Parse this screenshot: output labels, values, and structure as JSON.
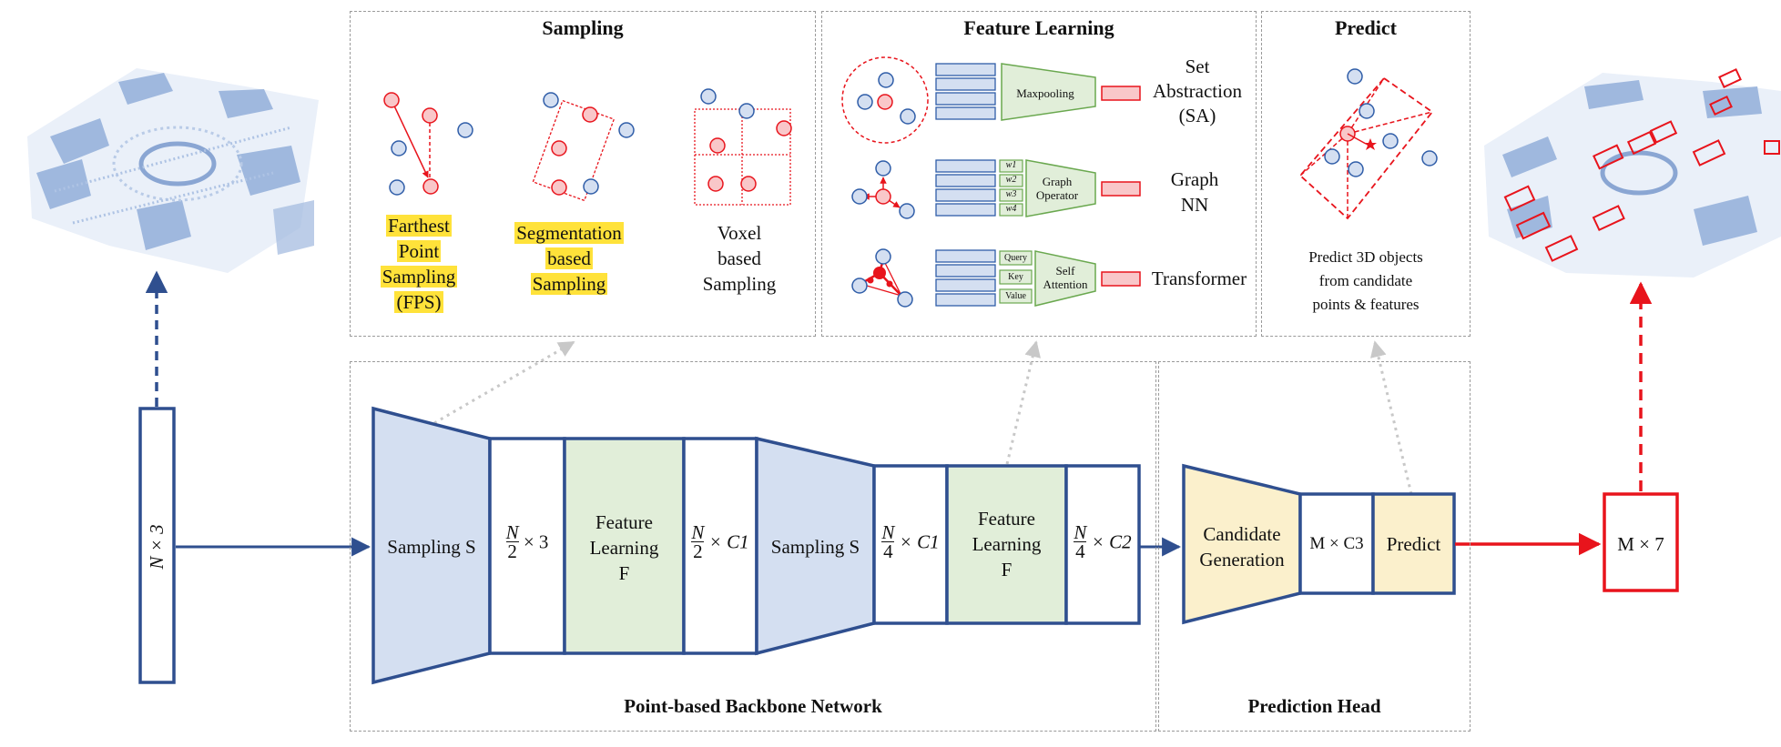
{
  "panels": {
    "sampling": {
      "title": "Sampling",
      "fps": [
        "Farthest",
        "Point",
        "Sampling",
        "(FPS)"
      ],
      "seg": [
        "Segmentation",
        "based",
        "Sampling"
      ],
      "voxel": [
        "Voxel",
        "based",
        "Sampling"
      ]
    },
    "feature_learning": {
      "title": "Feature Learning",
      "maxpool": "Maxpooling",
      "sa": [
        "Set",
        "Abstraction",
        "(SA)"
      ],
      "graph_op": [
        "Graph",
        "Operator"
      ],
      "weights": [
        "w1",
        "w2",
        "w3",
        "w4"
      ],
      "graph_nn": [
        "Graph",
        "NN"
      ],
      "qkv": [
        "Query",
        "Key",
        "Value"
      ],
      "self_attn": [
        "Self",
        "Attention"
      ],
      "transformer": "Transformer"
    },
    "predict": {
      "title": "Predict",
      "desc": [
        "Predict 3D objects",
        "from candidate",
        "points & features"
      ]
    }
  },
  "pipeline": {
    "input": "N × 3",
    "sampling_s": "Sampling S",
    "n2x3": "× 3",
    "feature_learning": [
      "Feature",
      "Learning",
      "F"
    ],
    "n2xc1": "× C1",
    "n4xc1": "× C1",
    "n4xc2": "× C2",
    "candidate": [
      "Candidate",
      "Generation"
    ],
    "mxc3": "M × C3",
    "predict": "Predict",
    "output": "M × 7",
    "backbone_title": "Point-based Backbone Network",
    "head_title": "Prediction Head"
  },
  "colors": {
    "navy": "#2f4f8f",
    "red": "#e8141c",
    "blue_fill": "#d4dff1",
    "green_fill": "#e1eed9",
    "yellow_fill": "#fbf0cc",
    "highlight": "#ffe23a"
  }
}
